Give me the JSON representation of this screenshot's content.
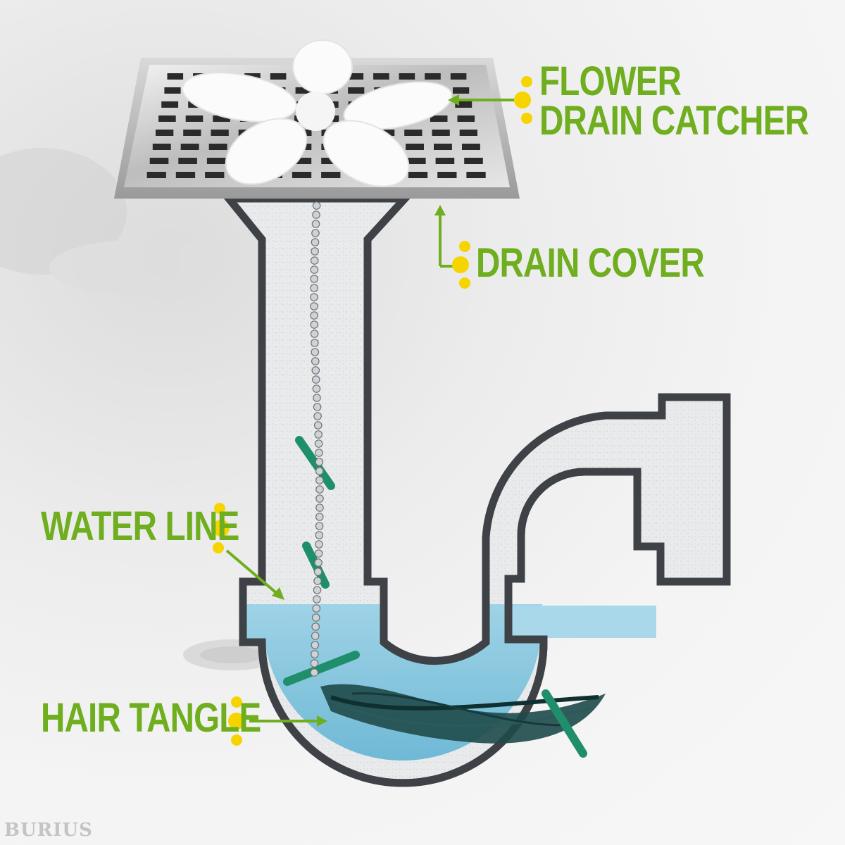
{
  "labels": {
    "flower_line1": "FLOWER",
    "flower_line2": "DRAIN CATCHER",
    "drain_cover": "DRAIN COVER",
    "water_line": "WATER LINE",
    "hair_tangle": "HAIR TANGLE"
  },
  "watermark": "BURIUS",
  "colors": {
    "label_green": "#6fae1e",
    "dot_yellow": "#f5d400",
    "pipe_outline": "#3e4145",
    "water_blue": "#8fcbe0",
    "hair_dark": "#1f4a4a",
    "teal_accent": "#1f8e6a"
  },
  "icons": [
    "flower-drain-catcher-icon",
    "drain-grate-icon",
    "ball-chain-icon",
    "hair-tangle-icon",
    "callout-dots-icon",
    "pointer-arrow-icon"
  ]
}
